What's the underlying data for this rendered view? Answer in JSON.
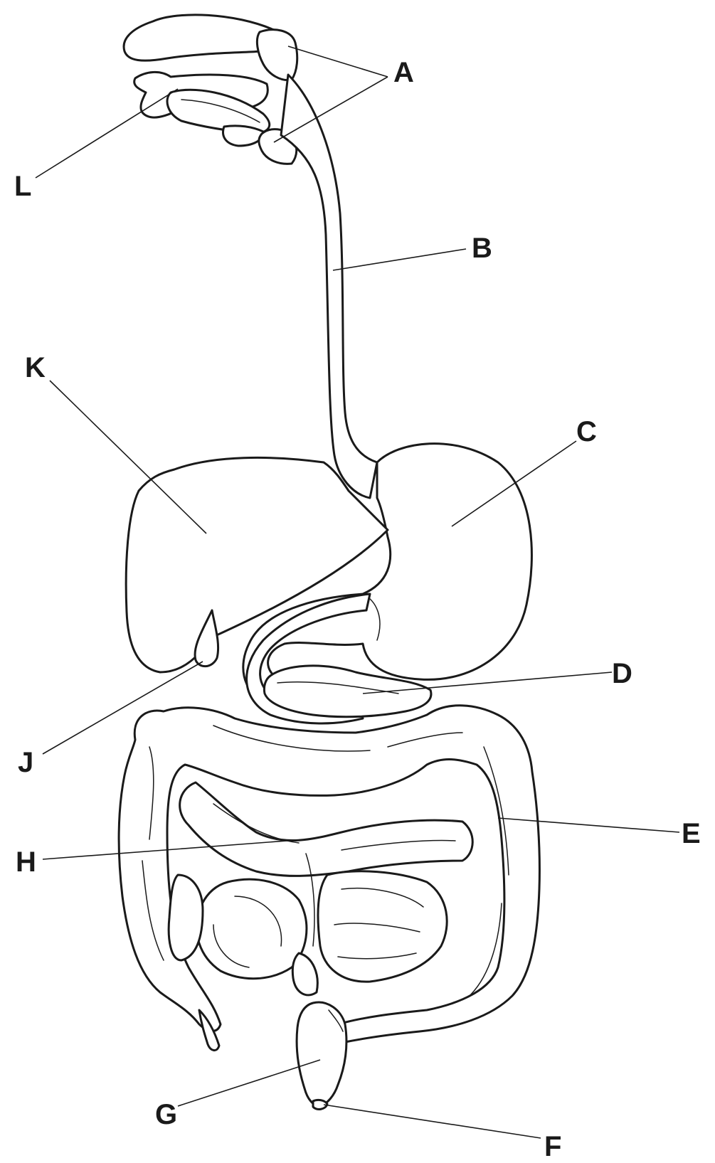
{
  "labels": {
    "A": "A",
    "B": "B",
    "C": "C",
    "D": "D",
    "E": "E",
    "F": "F",
    "G": "G",
    "H": "H",
    "J": "J",
    "K": "K",
    "L": "L"
  },
  "colors": {
    "stroke": "#1a1a1a",
    "fill": "#ffffff"
  }
}
